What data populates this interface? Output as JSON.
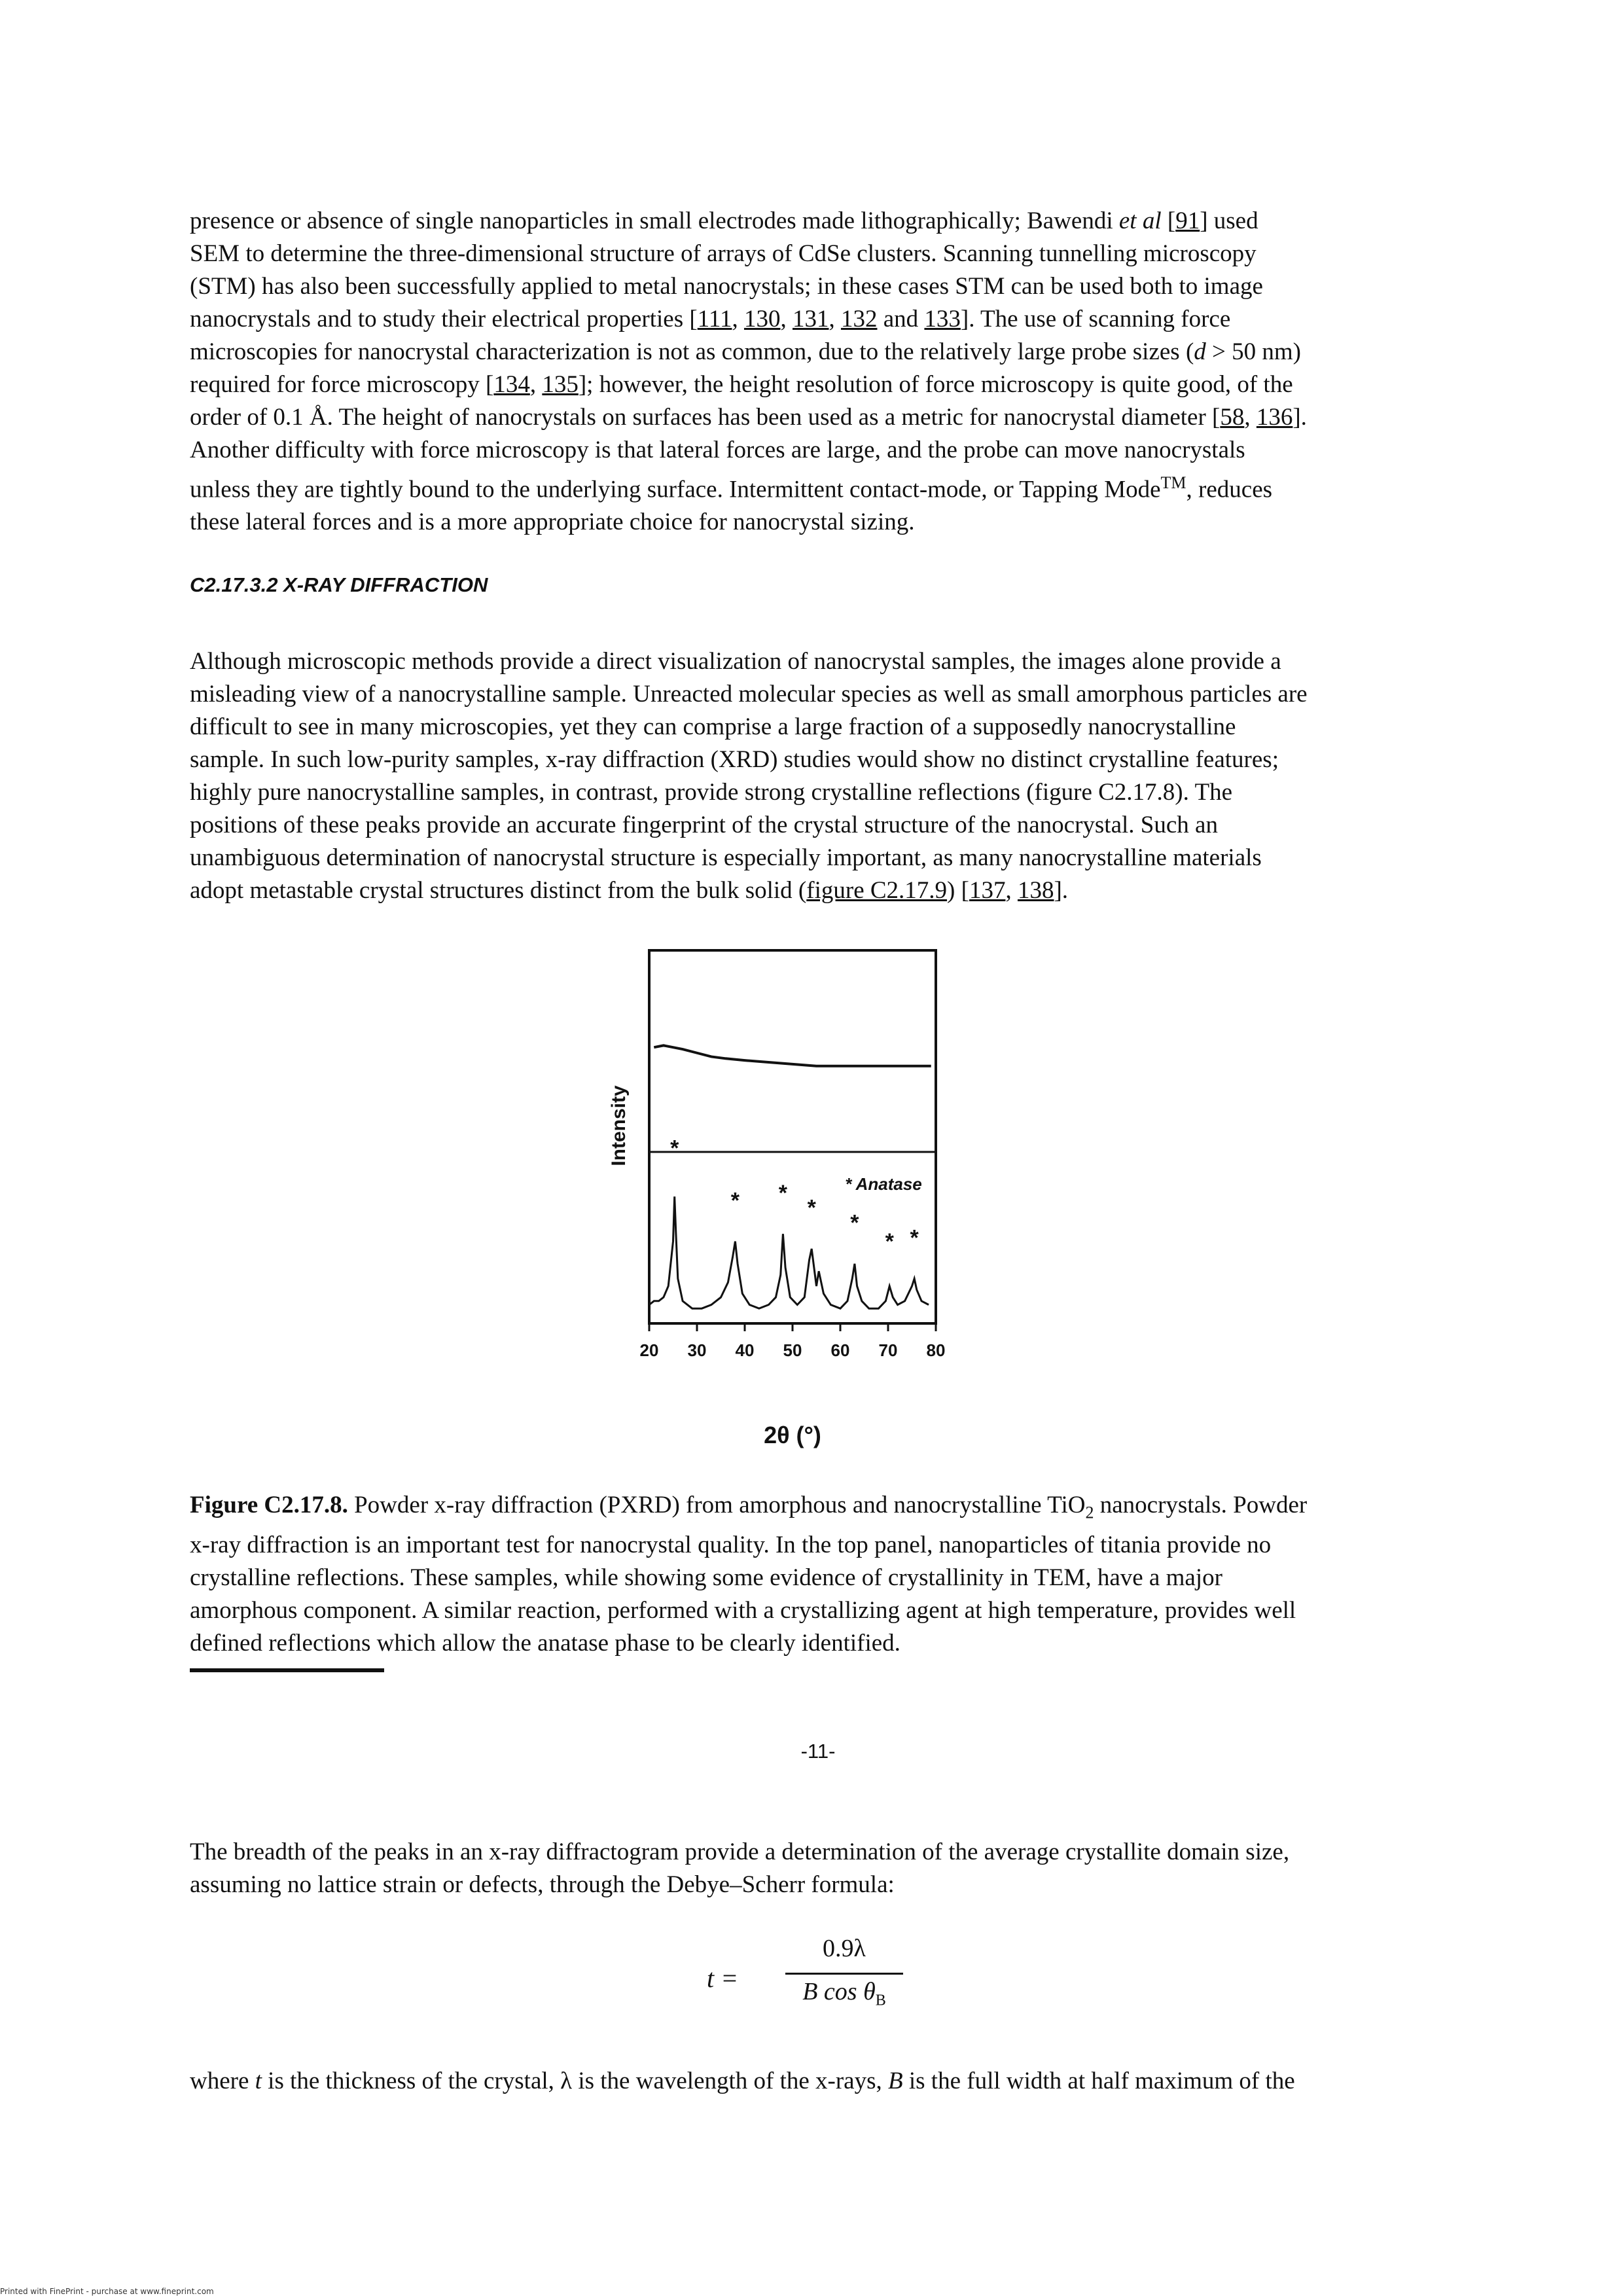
{
  "para1": {
    "lines": [
      "presence or absence of single nanoparticles in small electrodes made lithographically; Bawendi ",
      "SEM to determine the three-dimensional structure of arrays of CdSe clusters. Scanning tunnelling microscopy",
      "(STM) has also been successfully applied to metal nanocrystals; in these cases STM can be used both to image",
      "nanocrystals and to study their electrical properties [",
      "microscopies for nanocrystal characterization is not as common, due to the relatively large probe sizes (",
      "required for force microscopy [",
      "order of 0.1 Å. The height of nanocrystals on surfaces has been used as a metric for nanocrystal diameter [",
      "Another difficulty with force microscopy is that lateral forces are large, and the probe can move nanocrystals",
      "unless they are tightly bound to the underlying surface. Intermittent contact-mode, or Tapping Mode",
      "these lateral forces and is a more appropriate choice for nanocrystal sizing."
    ],
    "et_al": "et al",
    "ref91": "91",
    "used": "] used",
    "refs_111": "111",
    "refs_130": "130",
    "refs_131": "131",
    "refs_132": "132",
    "and": " and ",
    "refs_133": "133",
    "after133": "]. The use of scanning force",
    "d": "d",
    "dsize": " > 50 nm)",
    "refs_134": "134",
    "refs_135": "135",
    "after135": "]; however, the height resolution of force microscopy is quite good, of the",
    "refs_58": "58",
    "refs_136": "136",
    "after136": "].",
    "tm": "TM",
    "after_tm": ", reduces"
  },
  "heading": "C2.17.3.2 X-RAY DIFFRACTION",
  "para2": {
    "lines": [
      "Although microscopic methods provide a direct visualization of nanocrystal samples, the images alone provide a",
      "misleading view of a nanocrystalline sample. Unreacted molecular species as well as small amorphous particles are",
      "difficult to see in many microscopies, yet they can comprise a large fraction of a supposedly nanocrystalline",
      "sample. In such low-purity samples, x-ray diffraction (XRD) studies would show no distinct crystalline features;",
      "highly pure nanocrystalline samples, in contrast, provide strong crystalline reflections (figure C2.17.8). The",
      "positions of these peaks provide an accurate fingerprint of the crystal structure of the nanocrystal. Such an",
      "unambiguous determination of nanocrystal structure is especially important, as many nanocrystalline materials",
      "adopt metastable crystal structures distinct from the bulk solid ("
    ],
    "figlink": "figure C2.17.9",
    "mid": ") [",
    "ref137": "137",
    "ref138": "138",
    "end": "]."
  },
  "chart_data": {
    "type": "line",
    "xlabel": "2θ (°)",
    "ylabel": "Intensity",
    "xlim": [
      20,
      80
    ],
    "xticks": [
      20,
      30,
      40,
      50,
      60,
      70,
      80
    ],
    "xtick_labels": [
      "20",
      "30",
      "40",
      "50",
      "60",
      "70",
      "80"
    ],
    "legend": "* Anatase",
    "series": [
      {
        "x": [
          21,
          23,
          25,
          27,
          30,
          33,
          36,
          40,
          45,
          50,
          55,
          60,
          65,
          70,
          75,
          79
        ],
        "y": [
          0.74,
          0.745,
          0.74,
          0.735,
          0.725,
          0.715,
          0.71,
          0.705,
          0.7,
          0.695,
          0.69,
          0.69,
          0.69,
          0.69,
          0.69,
          0.69
        ]
      },
      {
        "x": [
          20,
          21,
          22,
          23,
          24,
          25,
          25.3,
          25.6,
          26,
          27,
          29,
          31,
          33,
          35,
          36.5,
          37.5,
          38,
          38.5,
          39.5,
          41,
          43,
          45,
          46.5,
          47.5,
          48,
          48.5,
          49.5,
          51,
          52.5,
          53.5,
          54,
          55,
          55.5,
          56.5,
          58,
          60,
          61.5,
          62.5,
          63,
          63.5,
          64.5,
          66,
          68,
          69.5,
          70.3,
          71,
          72,
          73.5,
          75,
          75.5,
          76,
          77,
          78.5
        ],
        "y": [
          0.05,
          0.06,
          0.06,
          0.07,
          0.1,
          0.22,
          0.34,
          0.24,
          0.12,
          0.06,
          0.04,
          0.04,
          0.05,
          0.07,
          0.11,
          0.18,
          0.22,
          0.16,
          0.08,
          0.05,
          0.04,
          0.05,
          0.07,
          0.13,
          0.24,
          0.15,
          0.07,
          0.05,
          0.07,
          0.17,
          0.2,
          0.1,
          0.14,
          0.08,
          0.05,
          0.04,
          0.06,
          0.12,
          0.16,
          0.1,
          0.06,
          0.04,
          0.04,
          0.06,
          0.1,
          0.07,
          0.05,
          0.06,
          0.1,
          0.12,
          0.09,
          0.06,
          0.05
        ]
      }
    ],
    "marker_x": [
      25.3,
      38,
      48,
      54,
      63,
      70.3,
      75.5
    ],
    "marker_y": [
      0.45,
      0.31,
      0.33,
      0.29,
      0.25,
      0.2,
      0.21
    ],
    "marker": "*"
  },
  "caption": {
    "label": "Figure C2.17.8.",
    "t1": " Powder x-ray diffraction (PXRD) from amorphous and nanocrystalline TiO",
    "sub": "2",
    "t2": " nanocrystals. Powder",
    "lines": [
      "x-ray diffraction is an important test for nanocrystal quality. In the top panel, nanoparticles of titania provide no",
      "crystalline reflections. These samples, while showing some evidence of crystallinity in TEM, have a major",
      "amorphous component. A similar reaction, performed with a crystallizing agent at high temperature, provides well",
      "defined reflections which allow the anatase phase to be clearly identified."
    ]
  },
  "page_number": "-11-",
  "para3": {
    "lines": [
      "The breadth of the peaks in an x-ray diffractogram provide a determination of the average crystallite domain size,",
      "assuming no lattice strain or defects, through the Debye–Scherr formula:"
    ]
  },
  "formula": {
    "lhs": "t =",
    "num": "0.9λ",
    "den": "B cos θ",
    "den_sub": "B"
  },
  "para4": {
    "w1": "where ",
    "t": "t",
    "w2": " is the thickness of the crystal, λ is the wavelength of the x-rays, ",
    "b": "B",
    "w3": " is the full width at half maximum of the"
  },
  "footer": "Printed with FinePrint - purchase at www.fineprint.com"
}
